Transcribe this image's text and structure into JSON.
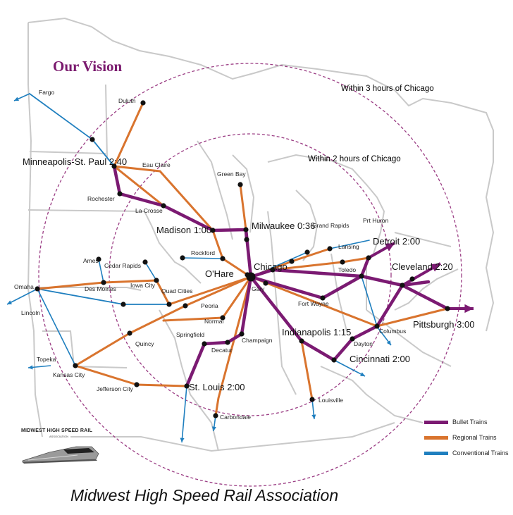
{
  "title": "Our Vision",
  "caption": "Midwest High Speed Rail Association",
  "rings": {
    "outer_label": "Within 3 hours of Chicago",
    "inner_label": "Within 2 hours of Chicago"
  },
  "colors": {
    "bullet": "#7b1a72",
    "regional": "#d9742e",
    "conventional": "#1f7fbf",
    "ring": "#9b3d84",
    "title": "#7a1a6e",
    "land_border": "#c9c9c9"
  },
  "legend": [
    {
      "key": "bullet",
      "label": "Bullet Trains"
    },
    {
      "key": "regional",
      "label": "Regional Trains"
    },
    {
      "key": "conventional",
      "label": "Conventional Trains"
    }
  ],
  "logo": {
    "icon": "high-speed-train-icon",
    "name": "MIDWEST HIGH SPEED RAIL",
    "sub": "ASSOCIATION"
  },
  "major_cities": [
    {
      "id": "minneapolis",
      "label": "Minneapolis-St. Paul 2:40"
    },
    {
      "id": "madison",
      "label": "Madison 1:00"
    },
    {
      "id": "milwaukee",
      "label": "Milwaukee 0:36"
    },
    {
      "id": "chicago",
      "label": "Chicago"
    },
    {
      "id": "ohare",
      "label": "O'Hare"
    },
    {
      "id": "detroit",
      "label": "Detroit 2:00"
    },
    {
      "id": "cleveland",
      "label": "Cleveland 2:20"
    },
    {
      "id": "pittsburgh",
      "label": "Pittsburgh 3:00"
    },
    {
      "id": "indianapolis",
      "label": "Indianapolis 1:15"
    },
    {
      "id": "cincinnati",
      "label": "Cincinnati 2:00"
    },
    {
      "id": "stlouis",
      "label": "St. Louis 2:00"
    }
  ],
  "minor_cities": [
    {
      "id": "fargo",
      "label": "Fargo"
    },
    {
      "id": "duluth",
      "label": "Duluth"
    },
    {
      "id": "eauclaire",
      "label": "Eau Claire"
    },
    {
      "id": "greenbay",
      "label": "Green Bay"
    },
    {
      "id": "rochester",
      "label": "Rochester"
    },
    {
      "id": "lacrosse",
      "label": "La Crosse"
    },
    {
      "id": "rockford",
      "label": "Rockford"
    },
    {
      "id": "ames",
      "label": "Ames"
    },
    {
      "id": "cedarrapids",
      "label": "Cedar Rapids"
    },
    {
      "id": "desmoines",
      "label": "Des Moines"
    },
    {
      "id": "iowacity",
      "label": "Iowa City"
    },
    {
      "id": "quadcities",
      "label": "Quad Cities"
    },
    {
      "id": "omaha",
      "label": "Omaha"
    },
    {
      "id": "lincoln",
      "label": "Lincoln"
    },
    {
      "id": "peoria",
      "label": "Peoria"
    },
    {
      "id": "normal",
      "label": "Normal"
    },
    {
      "id": "springfield",
      "label": "Springfield"
    },
    {
      "id": "quincy",
      "label": "Quincy"
    },
    {
      "id": "decatur",
      "label": "Decatur"
    },
    {
      "id": "champaign",
      "label": "Champaign"
    },
    {
      "id": "gary",
      "label": "Gary"
    },
    {
      "id": "grandrapids",
      "label": "Grand Rapids"
    },
    {
      "id": "lansing",
      "label": "Lansing"
    },
    {
      "id": "porthuron",
      "label": "Prt Huron"
    },
    {
      "id": "toledo",
      "label": "Toledo"
    },
    {
      "id": "fortwayne",
      "label": "Fort Wayne"
    },
    {
      "id": "columbus",
      "label": "Columbus"
    },
    {
      "id": "dayton",
      "label": "Dayton"
    },
    {
      "id": "louisville",
      "label": "Louisville"
    },
    {
      "id": "topeka",
      "label": "Topeka"
    },
    {
      "id": "kansascity",
      "label": "Kansas City"
    },
    {
      "id": "jeffersoncity",
      "label": "Jefferson City"
    },
    {
      "id": "carbondale",
      "label": "Carbondale"
    }
  ]
}
